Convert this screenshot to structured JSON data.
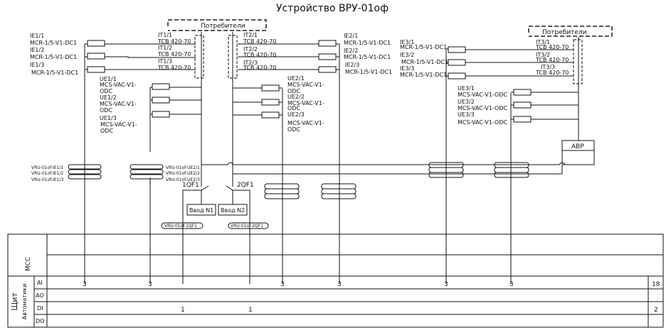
{
  "title": "Устройство ВРУ-01оф",
  "consumer_group_label": "Потребители",
  "sections": [
    {
      "ie": [
        {
          "id": "IE1/1",
          "model": "MCR-1/5-V1-DC1"
        },
        {
          "id": "IE1/2",
          "model": "MCR-1/5-V1-DC1"
        },
        {
          "id": "IE1/3",
          "model": "MCR-1/5-V1-DC1"
        }
      ],
      "it": [
        {
          "id": "IT1/1",
          "model": "TCB 420-70"
        },
        {
          "id": "IT1/2",
          "model": "TCB 420-70"
        },
        {
          "id": "IT1/3",
          "model": "TCB 420-70"
        }
      ],
      "ue": [
        {
          "id": "UE1/1",
          "model": "MCS-VAC-V1-",
          "model2": "ODC"
        },
        {
          "id": "UE1/2",
          "model": "MCS-VAC-V1-",
          "model2": "ODC"
        },
        {
          "id": "UE1/3",
          "model": "MCS-VAC-V1-",
          "model2": "ODC"
        }
      ]
    },
    {
      "ie": [
        {
          "id": "IE2/1",
          "model": "MCR-1/5-V1-DC1"
        },
        {
          "id": "IE2/2",
          "model": "MCR-1/5-V1-DC1"
        },
        {
          "id": "IE2/3",
          "model": "MCR-1/5-V1-DC1"
        }
      ],
      "it": [
        {
          "id": "IT2/1",
          "model": "TCB 420-70"
        },
        {
          "id": "IT2/2",
          "model": "TCB 420-70"
        },
        {
          "id": "IT2/3",
          "model": "TCB 420-70"
        }
      ],
      "ue": [
        {
          "id": "UE2/1",
          "model": "MCS-VAC-V1-",
          "model2": "ODC"
        },
        {
          "id": "UE2/2",
          "model": "MCS-VAC-V1-",
          "model2": "ODC"
        },
        {
          "id": "UE2/3",
          "model": "MCS-VAC-V1-",
          "model2": "ODC"
        }
      ]
    },
    {
      "ie": [
        {
          "id": "IE3/1",
          "model": "MCR-1/5-V1-DC1"
        },
        {
          "id": "IE3/2",
          "model": "MCR-1/5-V1-DC1"
        },
        {
          "id": "IE3/3",
          "model": "MCR-1/5-V1-DC1"
        }
      ],
      "it": [
        {
          "id": "IT3/1",
          "model": "TCB 420-70"
        },
        {
          "id": "IT3/2",
          "model": "TCB 420-70"
        },
        {
          "id": "IT3/3",
          "model": "TCB 420-70"
        }
      ],
      "ue": [
        {
          "id": "UE3/1",
          "model": "MCS-VAC-V1-ODC"
        },
        {
          "id": "UE3/2",
          "model": "MCS-VAC-V1-ODC"
        },
        {
          "id": "UE3/3",
          "model": "MCS-VAC-V1-ODC"
        }
      ]
    }
  ],
  "cables_ie1": [
    "VRU-01of-IE1/1",
    "VRU-01of-IE1/2",
    "VRU-01of-IE1/3"
  ],
  "cables_ue2": [
    "VRU-01of-UE2/1",
    "VRU-01of-UE2/2",
    "VRU-01of-UE2/3"
  ],
  "breakers": [
    "1QF1",
    "2QF1"
  ],
  "inputs": [
    "Ввод N1",
    "Ввод N2"
  ],
  "breaker_cables": [
    "VRU-01of-1QF1",
    "VRU-01of-2QF1"
  ],
  "avr_label": "АВР",
  "table": {
    "mcc_label": "MCC",
    "panel_label_1": "Щит",
    "panel_label_2": "Автоматики",
    "rows": [
      {
        "type": "AI",
        "counts": [
          "3",
          "3",
          "3",
          "3",
          "3",
          "3"
        ],
        "total": "18"
      },
      {
        "type": "AO",
        "counts": [],
        "total": ""
      },
      {
        "type": "DI",
        "counts": [
          "1",
          "1"
        ],
        "total": "2"
      },
      {
        "type": "DO",
        "counts": [],
        "total": ""
      }
    ]
  }
}
